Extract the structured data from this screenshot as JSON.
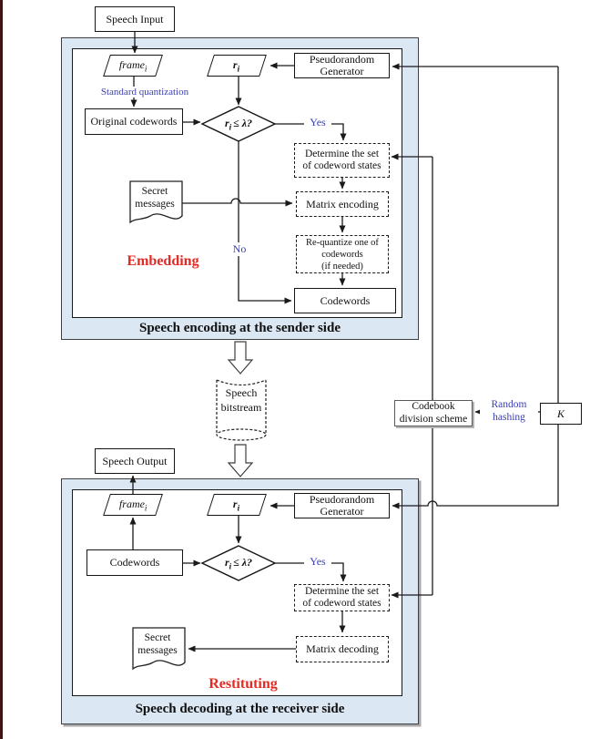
{
  "colors": {
    "panel_bg": "#dce7f4",
    "accent_blue": "#3a3fb0",
    "accent_red": "#e32b25",
    "line": "#1a1a1a"
  },
  "sender": {
    "section_label": "Speech encoding at the sender side",
    "phase_label": "Embedding",
    "speech_input": "Speech Input",
    "frame": {
      "base": "frame",
      "sub": "i"
    },
    "std_quant": "Standard quantization",
    "original_codewords": "Original codewords",
    "r": {
      "base": "r",
      "sub": "i"
    },
    "prg": [
      "Pseudorandom",
      "Generator"
    ],
    "decision": {
      "base": "r",
      "sub": "i",
      "rest": "≤ λ?"
    },
    "yes_label": "Yes",
    "no_label": "No",
    "determine": [
      "Determine the set",
      "of codeword states"
    ],
    "matrix_encoding": "Matrix encoding",
    "requantize": [
      "Re-quantize one of",
      "codewords",
      "(if needed)"
    ],
    "codewords": "Codewords",
    "secret": [
      "Secret",
      "messages"
    ]
  },
  "middle": {
    "bitstream": [
      "Speech",
      "bitstream"
    ],
    "codebook": [
      "Codebook",
      "division scheme"
    ],
    "random_hashing": [
      "Random",
      "hashing"
    ],
    "key_label": "K"
  },
  "receiver": {
    "section_label": "Speech decoding at the receiver side",
    "phase_label": "Restituting",
    "speech_output": "Speech Output",
    "frame": {
      "base": "frame",
      "sub": "i"
    },
    "r": {
      "base": "r",
      "sub": "i"
    },
    "prg": [
      "Pseudorandom",
      "Generator"
    ],
    "decision": {
      "base": "r",
      "sub": "i",
      "rest": "≤ λ?"
    },
    "yes_label": "Yes",
    "codewords": "Codewords",
    "determine": [
      "Determine the set",
      "of codeword states"
    ],
    "matrix_decoding": "Matrix decoding",
    "secret": [
      "Secret",
      "messages"
    ]
  }
}
